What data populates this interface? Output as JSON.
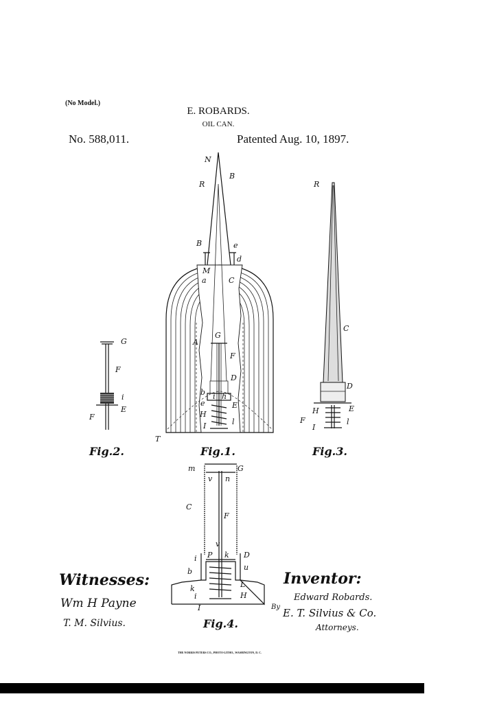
{
  "header": {
    "no_model": "(No Model.)",
    "inventor_name": "E. ROBARDS.",
    "title": "OIL CAN.",
    "patent_number": "No. 588,011.",
    "patent_date": "Patented Aug. 10, 1897."
  },
  "figures": {
    "fig1": {
      "caption": "Fig.1.",
      "labels": [
        "N",
        "B",
        "R",
        "B",
        "e",
        "d",
        "M",
        "a",
        "C",
        "A",
        "G",
        "F",
        "D",
        "b",
        "i",
        "h",
        "e",
        "E",
        "H",
        "l",
        "I",
        "T"
      ]
    },
    "fig2": {
      "caption": "Fig.2.",
      "labels": [
        "G",
        "F",
        "i",
        "E",
        "F"
      ]
    },
    "fig3": {
      "caption": "Fig.3.",
      "labels": [
        "R",
        "C",
        "D",
        "H",
        "E",
        "F",
        "I",
        "l"
      ]
    },
    "fig4": {
      "caption": "Fig.4.",
      "labels": [
        "m",
        "G",
        "v",
        "n",
        "C",
        "F",
        "v",
        "P",
        "k",
        "D",
        "i",
        "u",
        "b",
        "k",
        "L",
        "i",
        "H",
        "I"
      ]
    }
  },
  "witnesses": {
    "heading": "Witnesses:",
    "names": [
      "Wm H Payne",
      "T. M. Silvius."
    ]
  },
  "inventor": {
    "heading": "Inventor:",
    "name": "Edward Robards.",
    "by": "By",
    "attorney": "E. T. Silvius & Co.",
    "attorney_title": "Attorneys."
  },
  "footer": {
    "printer": "THE NORRIS PETERS CO., PHOTO-LITHO., WASHINGTON, D. C."
  }
}
